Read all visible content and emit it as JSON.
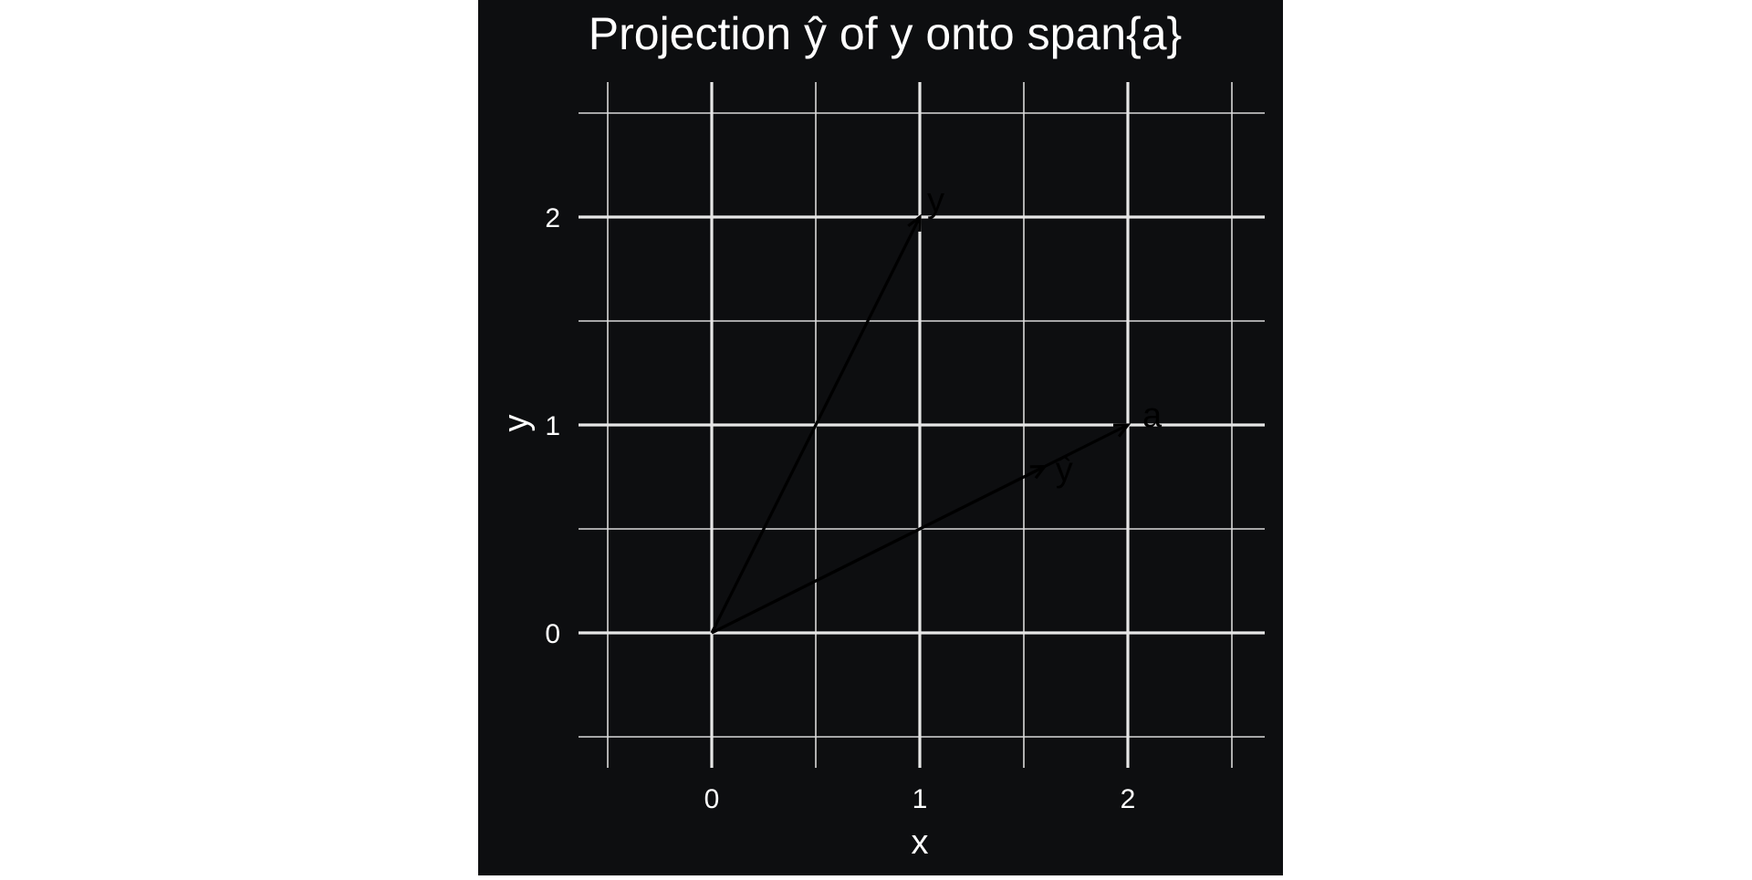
{
  "chart_data": {
    "type": "vector-plot",
    "title": "Projection ŷ of y onto span{a}",
    "xlabel": "x",
    "ylabel": "y",
    "xlim": [
      -0.5,
      2.5
    ],
    "ylim": [
      -0.5,
      2.5
    ],
    "x_ticks": [
      0,
      1,
      2
    ],
    "y_ticks": [
      0,
      1,
      2
    ],
    "grid": true,
    "legend": "none",
    "vectors": [
      {
        "label": "y",
        "from": [
          0,
          0
        ],
        "to": [
          1,
          2
        ]
      },
      {
        "label": "a",
        "from": [
          0,
          0
        ],
        "to": [
          2,
          1
        ]
      },
      {
        "label": "ŷ",
        "from": [
          0,
          0
        ],
        "to": [
          1.6,
          0.8
        ]
      }
    ]
  },
  "colors": {
    "page_background": "#ffffff",
    "panel_background": "#0d0e10",
    "grid_major": "#e6e6e6",
    "grid_minor": "#d9d9d9",
    "text": "#ffffff",
    "vector": "#000000"
  }
}
